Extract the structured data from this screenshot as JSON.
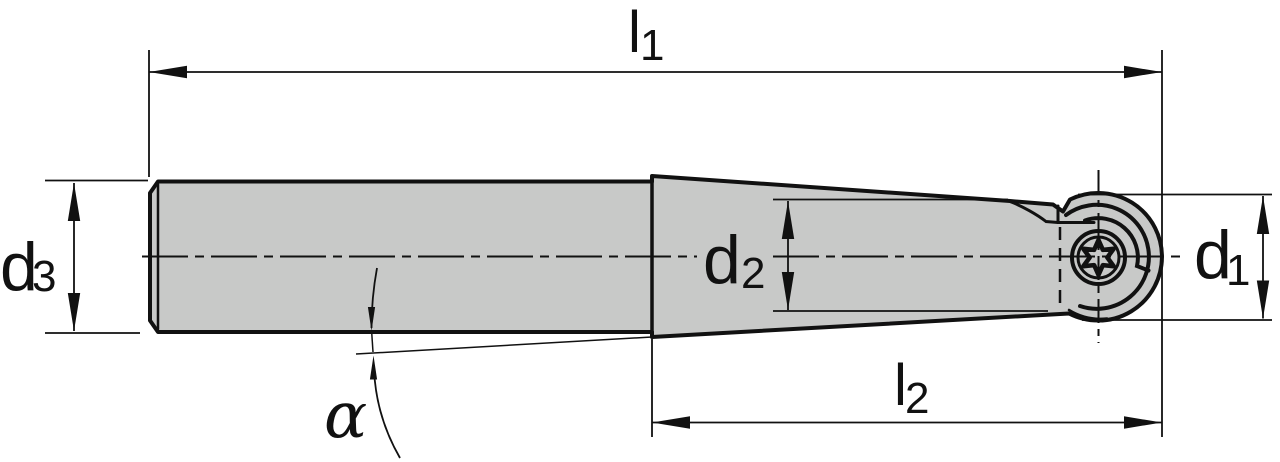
{
  "drawing": {
    "title": "indexable-ball-nose-end-mill-side-view",
    "colors": {
      "page-bg": "#ffffff",
      "body-fill": "#c8c9c8",
      "line": "#111111"
    }
  },
  "dimensions": {
    "l1": {
      "base": "l",
      "sub": "1"
    },
    "l2": {
      "base": "l",
      "sub": "2"
    },
    "d1": {
      "base": "d",
      "sub": "1"
    },
    "d2": {
      "base": "d",
      "sub": "2"
    },
    "d3": {
      "base": "d",
      "sub": "3"
    },
    "alpha": {
      "symbol": "α"
    }
  }
}
